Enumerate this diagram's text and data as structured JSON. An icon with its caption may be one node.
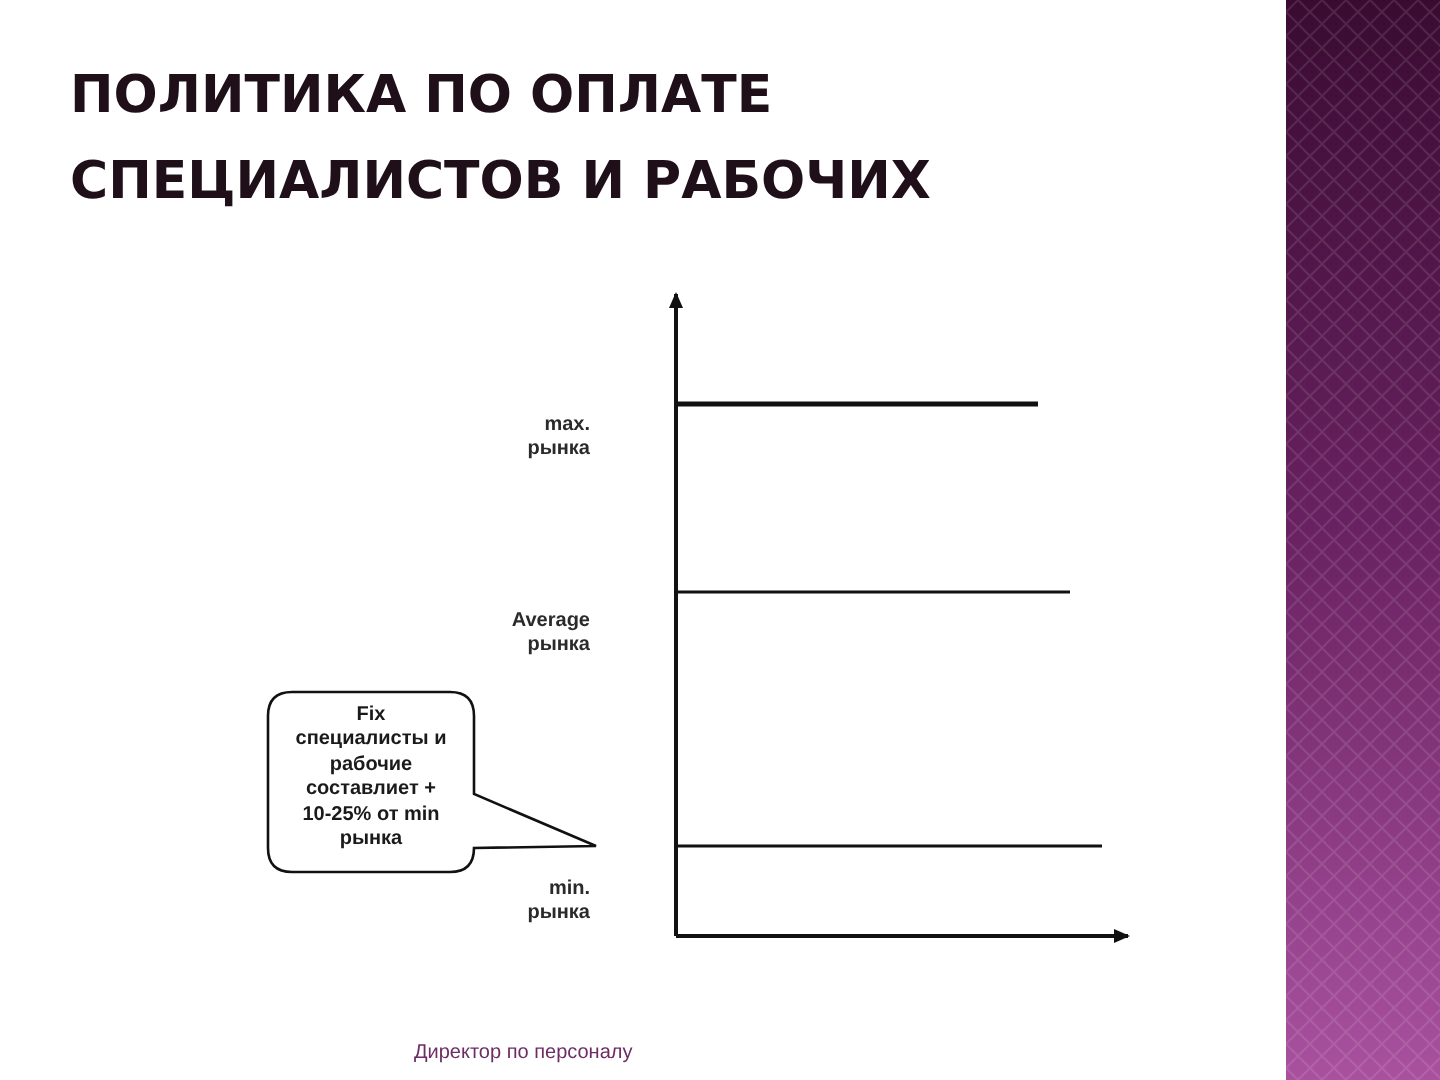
{
  "diagram": {
    "title": "ПОЛИТИКА ПО ОПЛАТЕ СПЕЦИАЛИСТОВ И РАБОЧИХ",
    "nodes": [
      {
        "text": [
          "Fix",
          "специалисты и рабочие составлиет + 10-25% от min рынка"
        ]
      }
    ],
    "labels": [
      "max. рынка",
      "Average рынка",
      "min. рынка",
      "Директор по персоналу"
    ]
  }
}
